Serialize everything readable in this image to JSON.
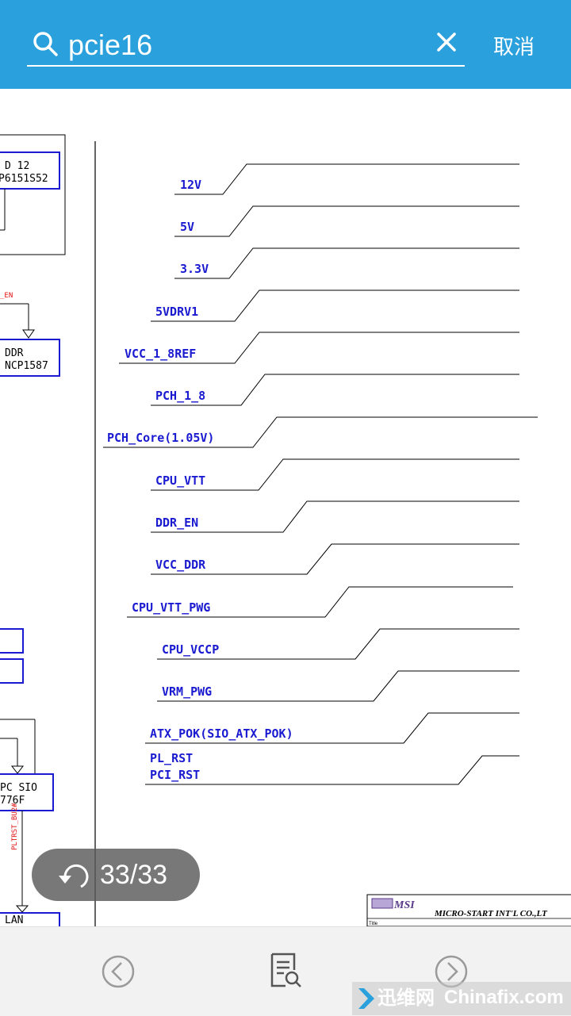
{
  "search": {
    "query": "pcie16",
    "cancel_label": "取消"
  },
  "schematic": {
    "signals": [
      "12V",
      "5V",
      "3.3V",
      "5VDRV1",
      "VCC_1_8REF",
      "PCH_1_8",
      "PCH_Core(1.05V)",
      "CPU_VTT",
      "DDR_EN",
      "VCC_DDR",
      "CPU_VTT_PWG",
      "CPU_VCCP",
      "VRM_PWG",
      "ATX_POK(SIO_ATX_POK)",
      "PL_RST",
      "PCI_RST"
    ],
    "left_boxes": {
      "box1_line1": "D 12",
      "box1_line2": "P6151S52",
      "box2_line1": "DDR",
      "box2_line2": "NCP1587",
      "box3_line1": "PC SIO",
      "box3_line2": "776F",
      "box4_line1": "LAN"
    },
    "red_labels": {
      "en": "_EN",
      "pltrst": "PLTRST_BU2#"
    },
    "title_block": {
      "brand": "MSI",
      "company": "MICRO-START INT'L CO.,LT",
      "title_label": "Title"
    }
  },
  "pager": {
    "label": "33/33"
  },
  "icons": {
    "search": "search-icon",
    "clear": "close-icon",
    "undo": "undo-icon",
    "prev": "chevron-left-icon",
    "search_doc": "document-search-icon",
    "next": "chevron-right-icon"
  },
  "watermark": {
    "cn": "迅维网",
    "en": "Chinafix.com"
  },
  "colors": {
    "accent": "#2aa0dc",
    "signal_text": "#1a1ad0",
    "red_text": "#e01010"
  }
}
